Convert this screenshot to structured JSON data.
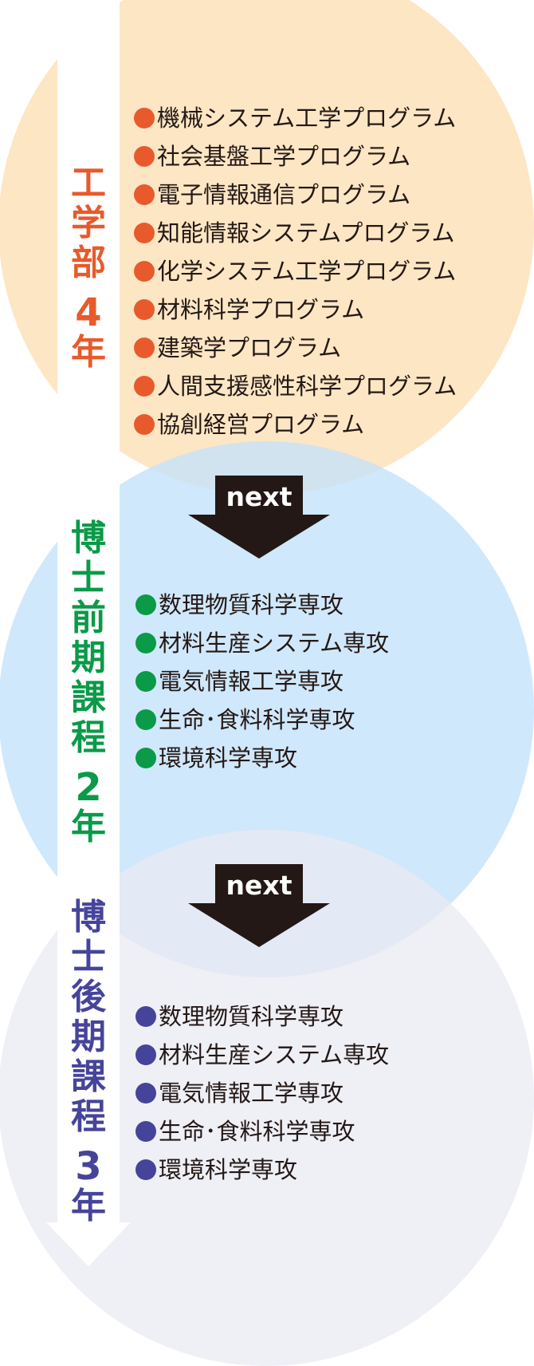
{
  "colors": {
    "undergrad": "#e85a2c",
    "master": "#0a9a48",
    "doctoral": "#46449a",
    "arrow": "#231815"
  },
  "stages": [
    {
      "title": [
        "工",
        "学",
        "部"
      ],
      "years_num": "4",
      "years_unit": "年",
      "items": [
        "機械システム工学プログラム",
        "社会基盤工学プログラム",
        "電子情報通信プログラム",
        "知能情報システムプログラム",
        "化学システム工学プログラム",
        "材料科学プログラム",
        "建築学プログラム",
        "人間支援感性科学プログラム",
        "協創経営プログラム"
      ]
    },
    {
      "title": [
        "博",
        "士",
        "前",
        "期",
        "課",
        "程"
      ],
      "years_num": "2",
      "years_unit": "年",
      "items": [
        "数理物質科学専攻",
        "材料生産システム専攻",
        "電気情報工学専攻",
        "生命･食料科学専攻",
        "環境科学専攻"
      ]
    },
    {
      "title": [
        "博",
        "士",
        "後",
        "期",
        "課",
        "程"
      ],
      "years_num": "3",
      "years_unit": "年",
      "items": [
        "数理物質科学専攻",
        "材料生産システム専攻",
        "電気情報工学専攻",
        "生命･食料科学専攻",
        "環境科学専攻"
      ]
    }
  ],
  "arrows": [
    {
      "label": "next"
    },
    {
      "label": "next"
    }
  ]
}
